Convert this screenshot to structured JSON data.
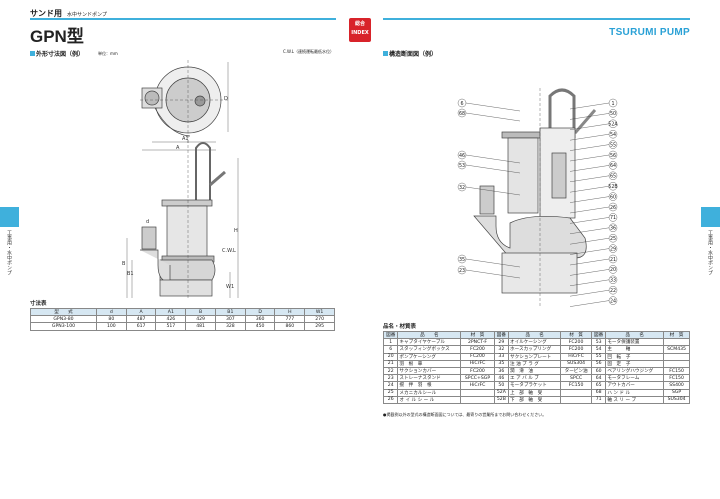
{
  "header": {
    "category": "サンド用",
    "subtitle": "水中サンドポンプ",
    "model": "GPN型",
    "brand": "TSURUMI PUMP",
    "index_badge": [
      "総合",
      "INDEX"
    ]
  },
  "left": {
    "section_title": "外形寸法図（例）",
    "unit": "単位：mm",
    "cwl_note": "C.W.L（連続運転最低水位）",
    "dim_labels": {
      "D": "D",
      "A1": "A1",
      "A": "A",
      "d": "d",
      "H": "H",
      "B": "B",
      "B1": "B1",
      "W1": "W1",
      "cwl": "C.W.L"
    }
  },
  "side_tab": "工事用・水中ポンプ",
  "dim_table": {
    "title": "寸法表",
    "headers": [
      "型　　式",
      "d",
      "A",
      "A1",
      "B",
      "B1",
      "D",
      "H",
      "W1"
    ],
    "rows": [
      [
        "GPN3-80",
        "80",
        "487",
        "426",
        "429",
        "307",
        "360",
        "777",
        "270"
      ],
      [
        "GPN3-100",
        "100",
        "617",
        "517",
        "481",
        "328",
        "450",
        "860",
        "295"
      ]
    ]
  },
  "right": {
    "section_title": "構造断面図（例）",
    "callouts_left": [
      "6",
      "68",
      "46",
      "53",
      "32",
      "35",
      "23"
    ],
    "callouts_right": [
      "1",
      "50",
      "52A",
      "54",
      "55",
      "56",
      "64",
      "65",
      "52B",
      "60",
      "26",
      "71",
      "36",
      "25",
      "29",
      "21",
      "20",
      "33",
      "22",
      "24"
    ]
  },
  "parts_table": {
    "title": "品名・材質表",
    "headers": [
      "図番",
      "品　　名",
      "材　質",
      "図番",
      "品　　名",
      "材　質",
      "図番",
      "品　　名",
      "材　質"
    ],
    "rows": [
      [
        "1",
        "キャブタイヤケーブル",
        "2PNCT-F",
        "29",
        "オイルケーシング",
        "FC200",
        "53",
        "モータ保護装置",
        ""
      ],
      [
        "6",
        "スタッフィングボックス",
        "FC200",
        "32",
        "ホースカップリング",
        "FC200",
        "54",
        "主　　　軸",
        "SCM435"
      ],
      [
        "20",
        "ポンプケーシング",
        "FC200",
        "33",
        "サクションプレート",
        "HiCrFC",
        "55",
        "回　転　子",
        ""
      ],
      [
        "21",
        "羽　根　車",
        "HiCrFC",
        "35",
        "注 油 プ ラ グ",
        "SUS304",
        "56",
        "固　定　子",
        ""
      ],
      [
        "22",
        "サクションカバー",
        "FC200",
        "36",
        "潤　滑　油",
        "タービン油",
        "60",
        "ベアリングハウジング",
        "FC150"
      ],
      [
        "23",
        "ストレーナスタンド",
        "SPCC+SGP",
        "46",
        "エ ア バ ル ブ",
        "SPCC",
        "64",
        "モータフレーム",
        "FC150"
      ],
      [
        "24",
        "撹　拌　羽　根",
        "HiCrFC",
        "50",
        "モータブラケット",
        "FC150",
        "65",
        "アウトカバー",
        "SS400"
      ],
      [
        "25",
        "メカニカルシール",
        "",
        "52A",
        "上　部　軸　受",
        "",
        "68",
        "ハ ン ド ル",
        "SGP"
      ],
      [
        "26",
        "オ イ ル シ ー ル",
        "",
        "52B",
        "下　部　軸　受",
        "",
        "71",
        "軸 ス リ ー ブ",
        "SUS304"
      ]
    ]
  },
  "footnote": "●掲載例以外の型式の構造断面図については、最寄りの営業所までお問い合わせください。",
  "colors": {
    "accent": "#3fb0dc",
    "index_red": "#d8232a",
    "header_cell": "#d6e7f2"
  }
}
